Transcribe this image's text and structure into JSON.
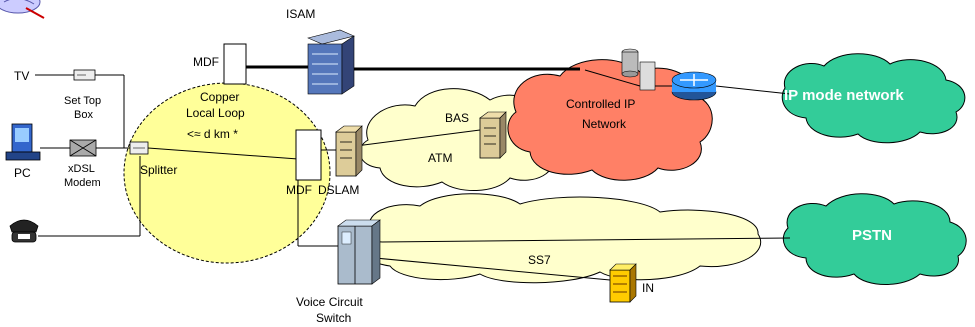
{
  "colors": {
    "loop_fill": "#ffff99",
    "atm_cloud": "#ffffcc",
    "ip_cloud": "#ff8066",
    "green_cloud": "#33cc99",
    "router": "#3399ff"
  },
  "labels": {
    "isam": "ISAM",
    "mdf_top": "MDF",
    "tv": "TV",
    "set_top_box_1": "Set Top",
    "set_top_box_2": "Box",
    "copper_1": "Copper",
    "copper_2": "Local Loop",
    "copper_3": "<≈  d km *",
    "pc": "PC",
    "modem_1": "xDSL",
    "modem_2": "Modem",
    "splitter": "Splitter",
    "bas": "BAS",
    "atm": "ATM",
    "ctrl_ip_1": "Controlled IP",
    "ctrl_ip_2": "Network",
    "ip_mode": "IP mode network",
    "mdf_bottom": "MDF",
    "dslam": "DSLAM",
    "pstn": "PSTN",
    "ss7": "SS7",
    "in": "IN",
    "vcs_1": "Voice Circuit",
    "vcs_2": "Switch"
  }
}
